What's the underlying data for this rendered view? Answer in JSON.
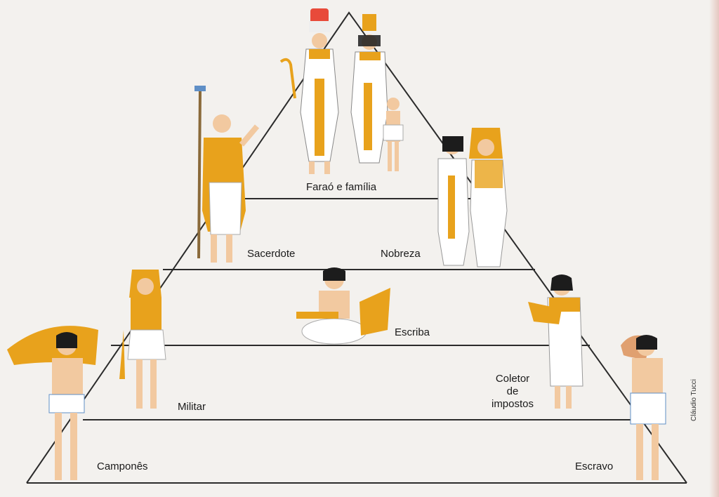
{
  "levels": {
    "farao": "Faraó e família",
    "sacerdote": "Sacerdote",
    "nobreza": "Nobreza",
    "escriba": "Escriba",
    "militar": "Militar",
    "coletor": [
      "Coletor",
      "de",
      "impostos"
    ],
    "campones": "Camponês",
    "escravo": "Escravo"
  },
  "credit": "Cláudio Tucci",
  "colors": {
    "line": "#2b2b2b",
    "skin": "#f2c9a0",
    "gold": "#e8a21c",
    "cloth": "#ffffff",
    "hair": "#1c1c1c",
    "blue": "#5f8fc6"
  }
}
